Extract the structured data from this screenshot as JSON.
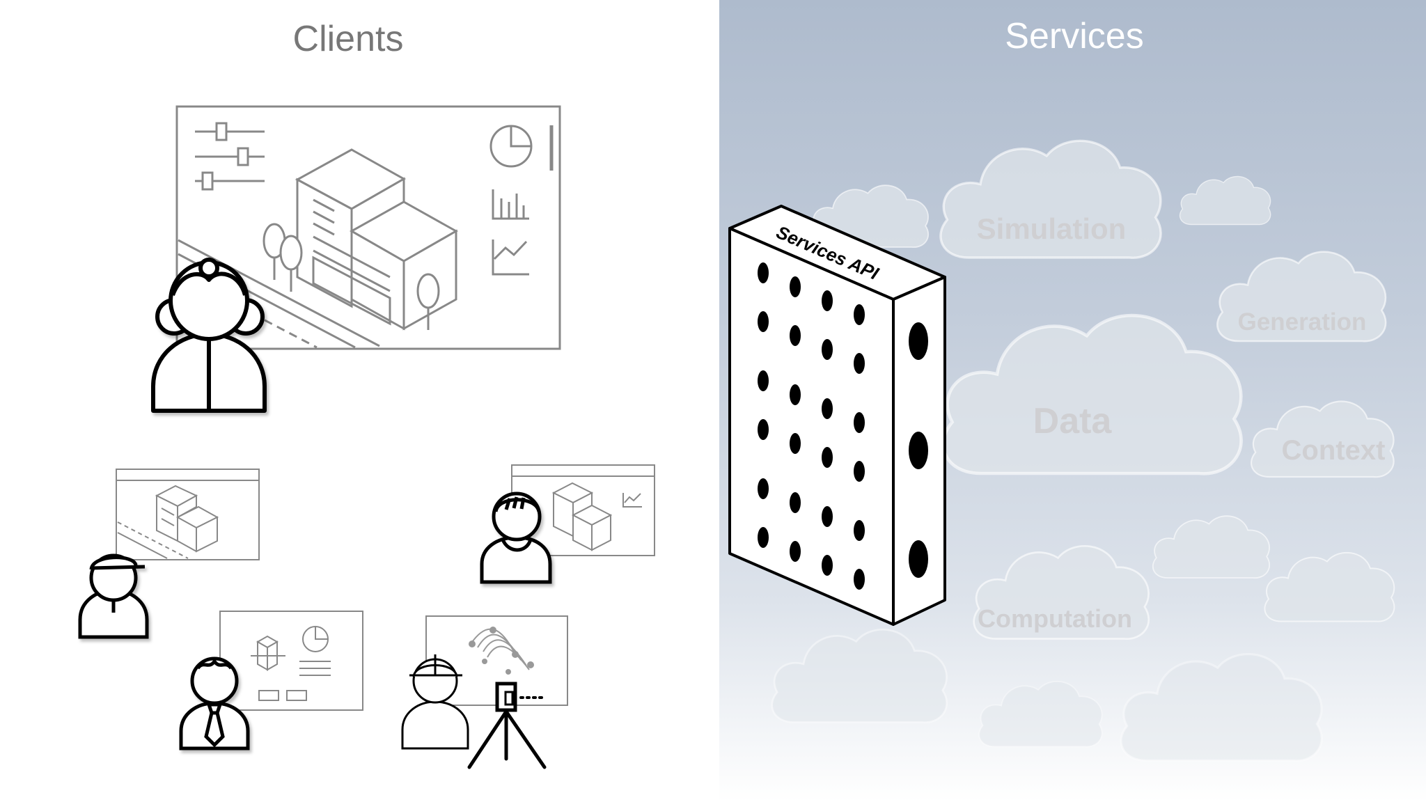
{
  "titles": {
    "clients": "Clients",
    "services": "Services"
  },
  "server": {
    "label": "Services API"
  },
  "clouds": {
    "simulation": "Simulation",
    "generation": "Generation",
    "data": "Data",
    "context": "Context",
    "computation": "Computation"
  },
  "colors": {
    "services_bg_top": "#aebbcd",
    "services_bg_bottom": "#ffffff",
    "cloud_fill": "#dfe4ea",
    "cloud_label": "#cfcfd2",
    "clients_title": "#777777",
    "sketch_gray": "#888888",
    "figure_black": "#000000"
  },
  "icons": [
    "slider-icon",
    "pie-chart-icon",
    "bar-chart-icon",
    "line-chart-icon",
    "building-icon",
    "tree-icon",
    "person-icon",
    "hard-hat-icon",
    "tie-icon",
    "tripod-scanner-icon",
    "server-tower-icon",
    "cloud-icon"
  ]
}
